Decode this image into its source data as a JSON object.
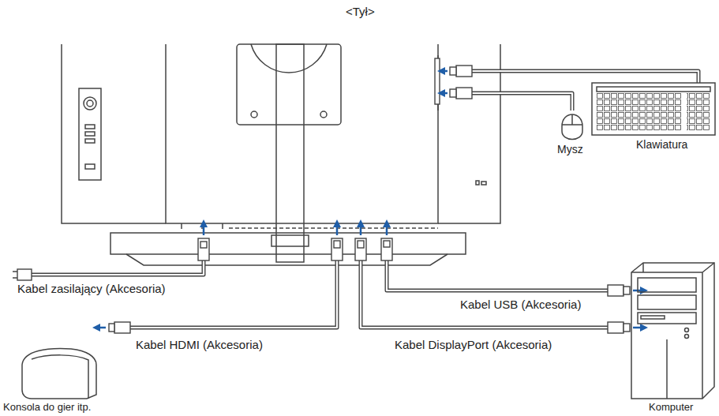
{
  "diagram": {
    "title": "<Tył>",
    "labels": [
      "Mysz",
      "Klawiatura",
      "Kabel zasilający (Akcesoria)",
      "Kabel USB (Akcesoria)",
      "Kabel HDMI (Akcesoria)",
      "Kabel DisplayPort (Akcesoria)",
      "Konsola do gier itp.",
      "Komputer"
    ]
  }
}
